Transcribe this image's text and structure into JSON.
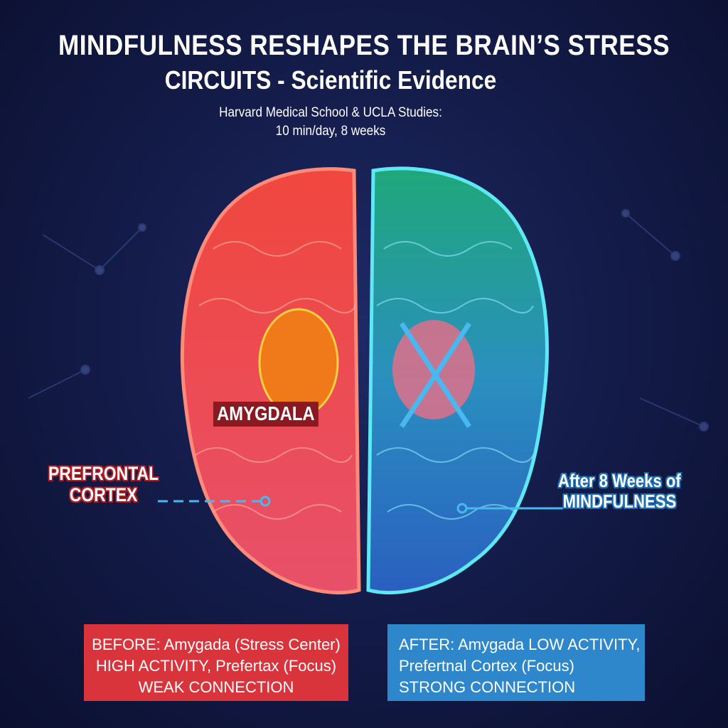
{
  "header": {
    "title_line1": "MINDFULNESS RESHAPES THE BRAIN’S STRESS",
    "title_line2": "CIRCUITS - Scientific Evidence",
    "subtitle_line1": "Harvard Medical School & UCLA Studies:",
    "subtitle_line2": "10 min/day, 8 weeks"
  },
  "labels": {
    "amygdala": "AMYGDALA",
    "prefrontal_line1": "PREFRONTAL",
    "prefrontal_line2": "CORTEX",
    "after_line1": "After 8 Weeks of",
    "after_line2": "MINDFULNESS"
  },
  "before_box": {
    "line1": "BEFORE: Amygada (Stress Center)",
    "line2": "HIGH ACTIVITY, Prefertax (Focus)",
    "line3": "WEAK CONNECTION"
  },
  "after_box": {
    "line1": "AFTER: Amygada LOW ACTIVITY,",
    "line2": "Prefertnal Cortex (Focus)",
    "line3": "STRONG CONNECTION"
  },
  "colors": {
    "before": "#d9343c",
    "after": "#2e86cb",
    "background": "#141c4a"
  }
}
